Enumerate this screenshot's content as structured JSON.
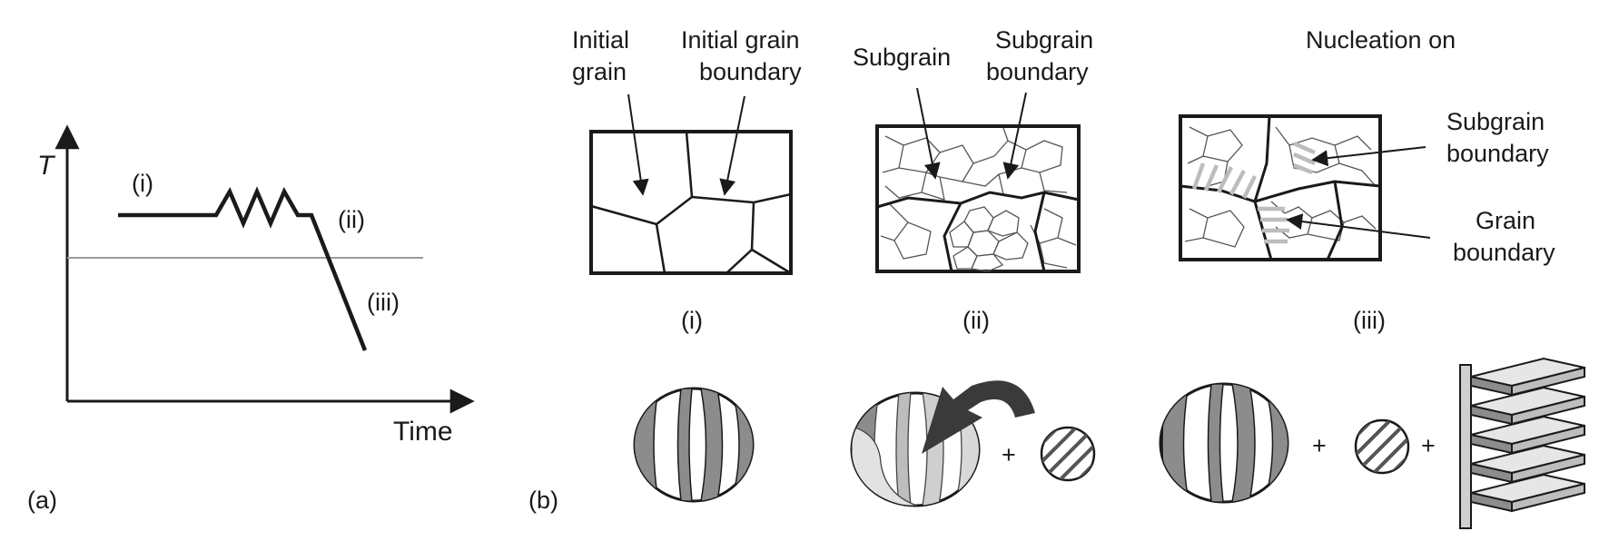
{
  "panel_a": {
    "label": "(a)",
    "y_axis_label": "T",
    "x_axis_label": "Time",
    "stage_labels": [
      "(i)",
      "(ii)",
      "(iii)"
    ]
  },
  "panel_b": {
    "label": "(b)",
    "stages": [
      {
        "id": "(i)",
        "callouts": [
          "Initial",
          "grain",
          "Initial grain",
          "boundary"
        ]
      },
      {
        "id": "(ii)",
        "callouts": [
          "Subgrain",
          "Subgrain",
          "boundary"
        ]
      },
      {
        "id": "(iii)",
        "title": "Nucleation on",
        "callouts": [
          "Subgrain",
          "boundary",
          "Grain",
          "boundary"
        ]
      }
    ],
    "plus_sign": "+"
  },
  "colors": {
    "stroke": "#1a1a1a",
    "threshold_line": "#9a9a9a",
    "grain_fill": "#8c8c8c",
    "highlight": "#bdbdbd"
  }
}
